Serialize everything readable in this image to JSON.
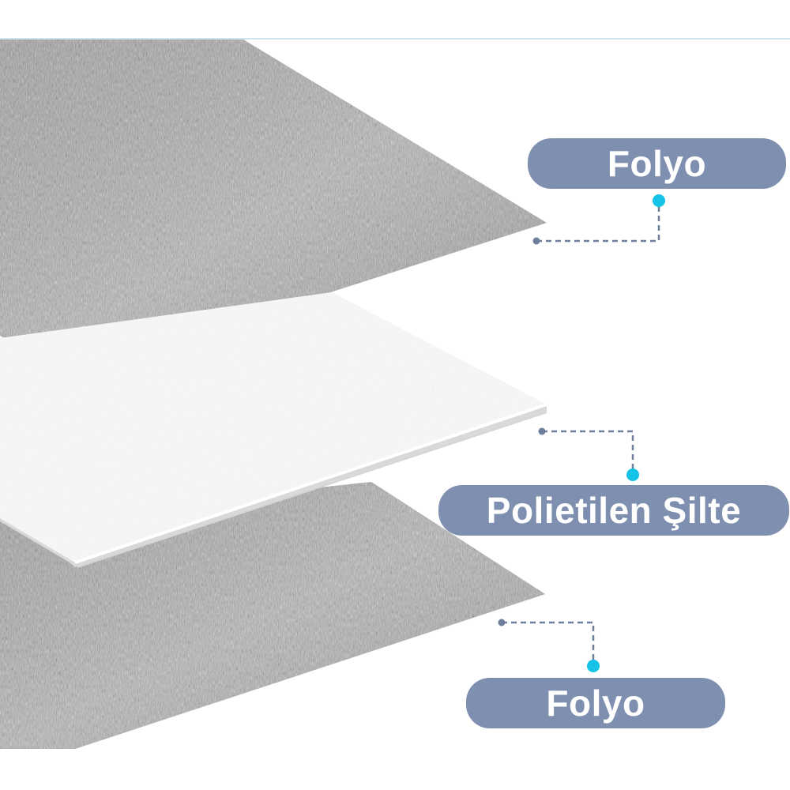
{
  "colors": {
    "pill": "#7f8fb0",
    "connector": "#6e7f9c",
    "node": "#14c3e6",
    "divider": "#cfe3ee",
    "foil_base": "#a9a9a9",
    "foam_base": "#f1f1f1"
  },
  "layers": [
    {
      "id": "top",
      "kind": "foil",
      "label": "Folyo"
    },
    {
      "id": "middle",
      "kind": "foam",
      "label": "Polietilen Şilte"
    },
    {
      "id": "bottom",
      "kind": "foil",
      "label": "Folyo"
    }
  ]
}
